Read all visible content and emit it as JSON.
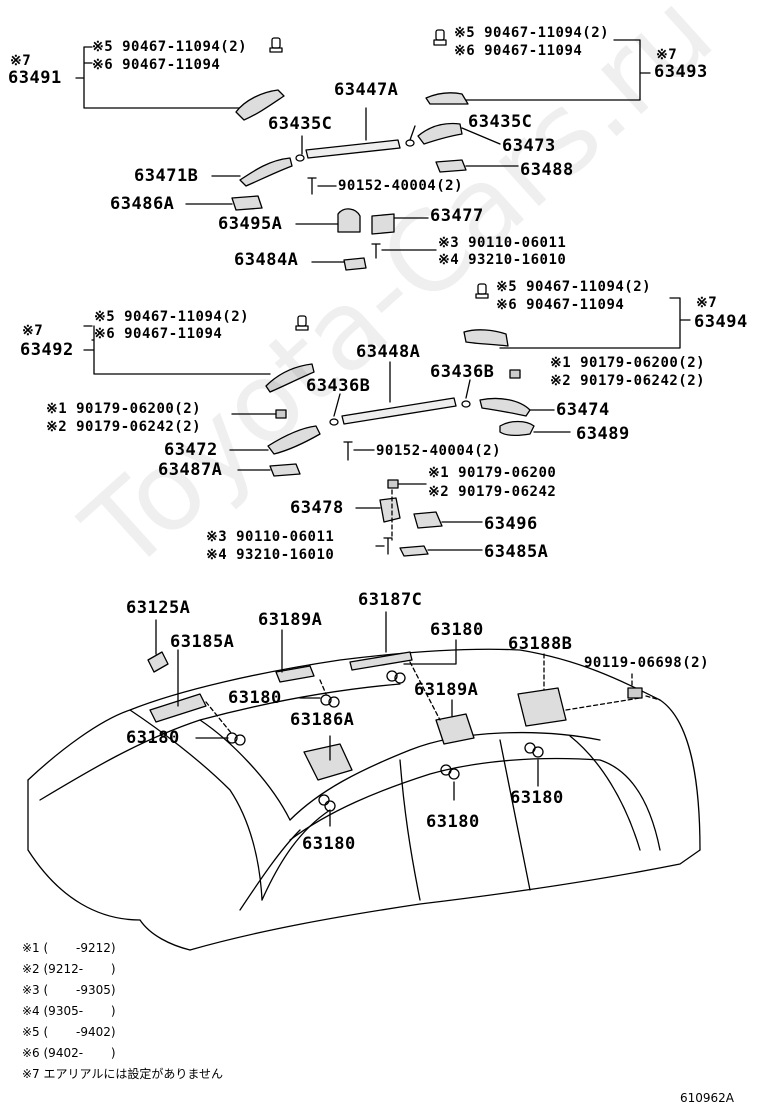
{
  "watermark": "Toyota-Cars.ru",
  "ref_code": "610962A",
  "sections": {
    "top": {
      "lbl_63491": "63491",
      "mark_63491": "※7",
      "fastener_l_a": "※5 90467-11094(2)",
      "fastener_l_b": "※6 90467-11094",
      "fastener_r_a": "※5 90467-11094(2)",
      "fastener_r_b": "※6 90467-11094",
      "lbl_63493": "63493",
      "mark_63493": "※7",
      "lbl_63447A": "63447A",
      "lbl_63435C_l": "63435C",
      "lbl_63435C_r": "63435C",
      "lbl_63473": "63473",
      "lbl_63471B": "63471B",
      "lbl_63488": "63488",
      "bolt_90152": "90152-40004(2)",
      "lbl_63486A": "63486A",
      "lbl_63495A": "63495A",
      "lbl_63477": "63477",
      "lbl_63484A": "63484A",
      "screw_a": "※3 90110-06011",
      "screw_b": "※4 93210-16010"
    },
    "middle": {
      "lbl_63492": "63492",
      "mark_63492": "※7",
      "fastener_l_a": "※5 90467-11094(2)",
      "fastener_l_b": "※6 90467-11094",
      "fastener_r_a": "※5 90467-11094(2)",
      "fastener_r_b": "※6 90467-11094",
      "lbl_63494": "63494",
      "mark_63494": "※7",
      "lbl_63448A": "63448A",
      "lbl_63436B_l": "63436B",
      "lbl_63436B_r": "63436B",
      "nut_r_a": "※1 90179-06200(2)",
      "nut_r_b": "※2 90179-06242(2)",
      "nut_l_a": "※1 90179-06200(2)",
      "nut_l_b": "※2 90179-06242(2)",
      "lbl_63474": "63474",
      "lbl_63489": "63489",
      "lbl_63472": "63472",
      "bolt_90152": "90152-40004(2)",
      "lbl_63487A": "63487A",
      "nut_c_a": "※1 90179-06200",
      "nut_c_b": "※2 90179-06242",
      "lbl_63478": "63478",
      "lbl_63496": "63496",
      "screw_a": "※3 90110-06011",
      "screw_b": "※4 93210-16010",
      "lbl_63485A": "63485A"
    },
    "bottom": {
      "lbl_63125A": "63125A",
      "lbl_63185A": "63185A",
      "lbl_63189A_t": "63189A",
      "lbl_63187C": "63187C",
      "lbl_63180_t": "63180",
      "lbl_63188B": "63188B",
      "bolt_90119": "90119-06698(2)",
      "lbl_63180_a": "63180",
      "lbl_63189A_m": "63189A",
      "lbl_63180_b": "63180",
      "lbl_63186A": "63186A",
      "lbl_63180_c": "63180",
      "lbl_63180_d": "63180",
      "lbl_63180_e": "63180"
    }
  },
  "notes": [
    "※1 (　　 -9212)",
    "※2 (9212-　　 )",
    "※3 (　　 -9305)",
    "※4 (9305-　　 )",
    "※5 (　　 -9402)",
    "※6 (9402-　　 )",
    "※7 エアリアルには設定がありません"
  ]
}
